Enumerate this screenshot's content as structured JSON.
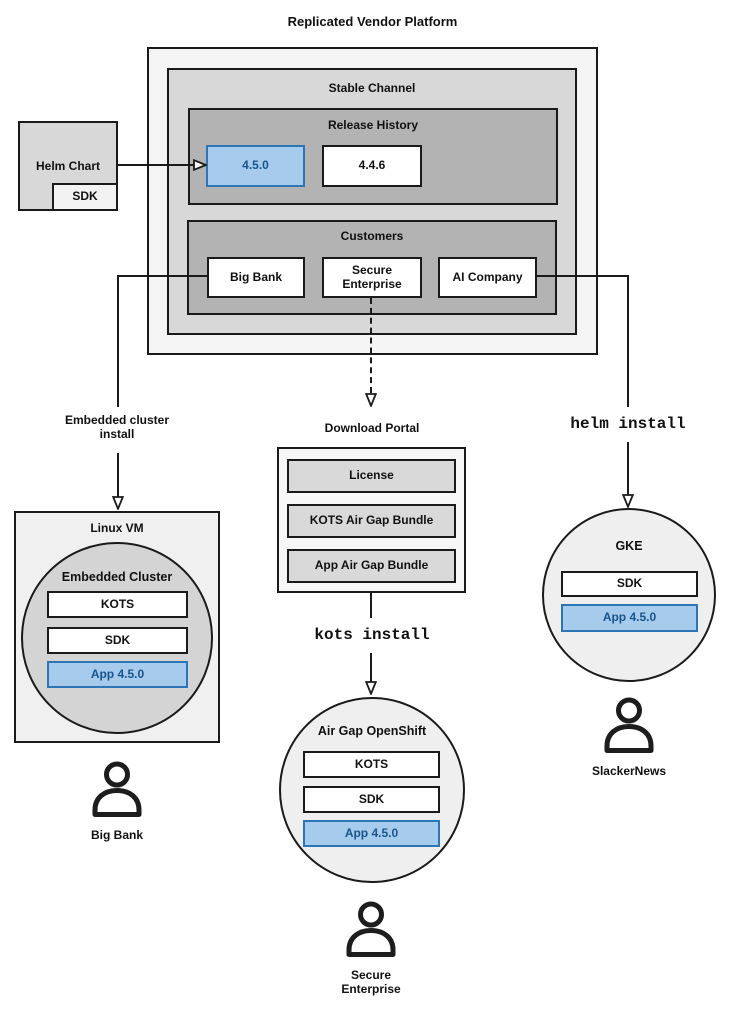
{
  "diagram": {
    "title": "Replicated Vendor Platform",
    "stable_channel": {
      "label": "Stable Channel",
      "release_history": {
        "label": "Release History",
        "releases": [
          {
            "version": "4.5.0",
            "highlighted": true
          },
          {
            "version": "4.4.6",
            "highlighted": false
          }
        ]
      },
      "customers": {
        "label": "Customers",
        "items": [
          "Big Bank",
          "Secure Enterprise",
          "AI Company"
        ]
      }
    },
    "helm_chart": {
      "label": "Helm Chart",
      "sdk": "SDK"
    },
    "left_flow": {
      "arrow_label": "Embedded cluster install",
      "vm": {
        "label": "Linux VM",
        "cluster": {
          "label": "Embedded Cluster",
          "components": [
            "KOTS",
            "SDK"
          ],
          "app": "App 4.5.0"
        }
      },
      "user": "Big Bank"
    },
    "middle_flow": {
      "portal": {
        "label": "Download Portal",
        "items": [
          "License",
          "KOTS Air Gap Bundle",
          "App Air Gap Bundle"
        ]
      },
      "command": "kots install",
      "cluster": {
        "label": "Air Gap OpenShift",
        "components": [
          "KOTS",
          "SDK"
        ],
        "app": "App 4.5.0"
      },
      "user": "Secure Enterprise"
    },
    "right_flow": {
      "command": "helm install",
      "cluster": {
        "label": "GKE",
        "components": [
          "SDK"
        ],
        "app": "App 4.5.0"
      },
      "user": "SlackerNews"
    },
    "colors": {
      "highlight_fill": "#a6cbec",
      "highlight_border": "#2e75b6",
      "highlight_text": "#17558c",
      "outer_gray": "#f5f5f5",
      "channel_gray": "#d8d8d8",
      "section_gray": "#b3b3b3",
      "line_black": "#1a1a1a"
    }
  }
}
